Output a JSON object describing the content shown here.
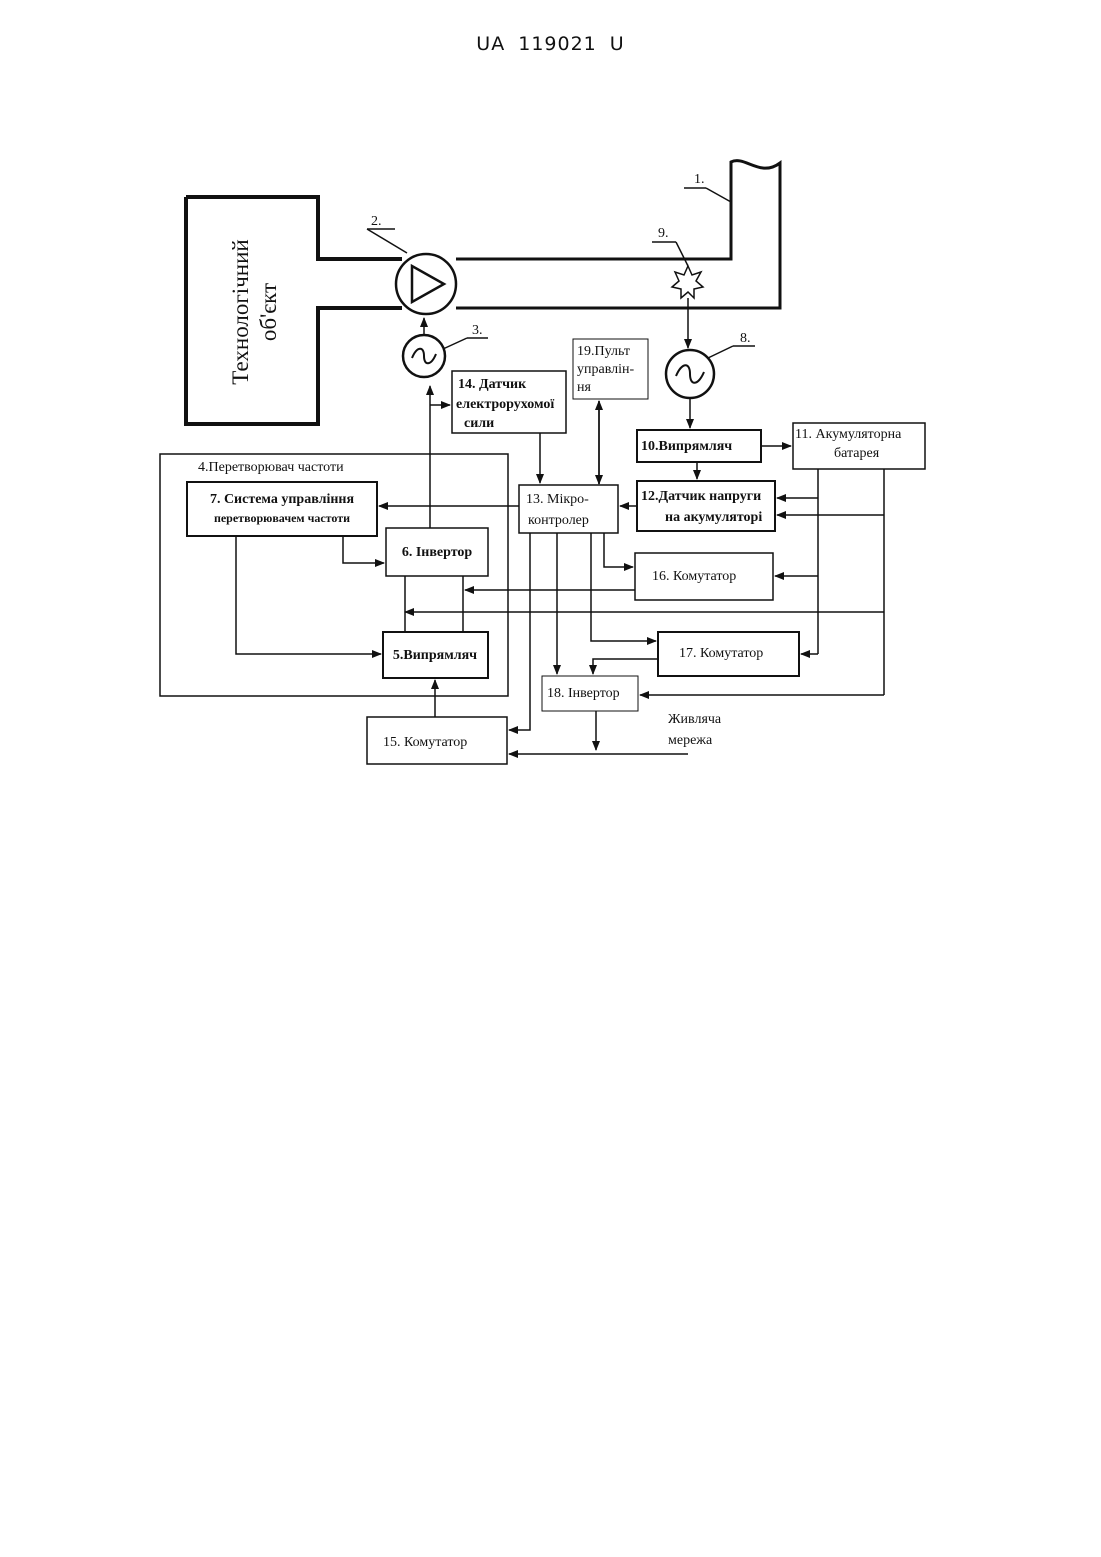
{
  "header": {
    "doc_number": "UA   119021   U"
  },
  "diagram": {
    "object_label_line1": "Технологічний",
    "object_label_line2": "об'єкт",
    "ref_1": "1.",
    "ref_2": "2.",
    "ref_3": "3.",
    "ref_8": "8.",
    "ref_9": "9.",
    "block_4": "4.Перетворювач частоти",
    "block_5": "5.Випрямляч",
    "block_6": "6.  Інвертор",
    "block_7_line1": "7. Система управління",
    "block_7_line2": "перетворювачем частоти",
    "block_10": "10.Випрямляч",
    "block_11_line1": "11. Акумуляторна",
    "block_11_line2": "батарея",
    "block_12_line1": "12.Датчик напруги",
    "block_12_line2": "на акумуляторі",
    "block_13_line1": "13. Мікро-",
    "block_13_line2": "контролер",
    "block_14_line1": "14. Датчик",
    "block_14_line2": "електрорухомої",
    "block_14_line3": "сили",
    "block_15": "15.  Комутатор",
    "block_16": "16.  Комутатор",
    "block_17": "17.  Комутатор",
    "block_18": "18.  Інвертор",
    "block_19_line1": "19.Пульт",
    "block_19_line2": "управлін-",
    "block_19_line3": "ня",
    "grid_line1": "Живляча",
    "grid_line2": "мережа"
  }
}
